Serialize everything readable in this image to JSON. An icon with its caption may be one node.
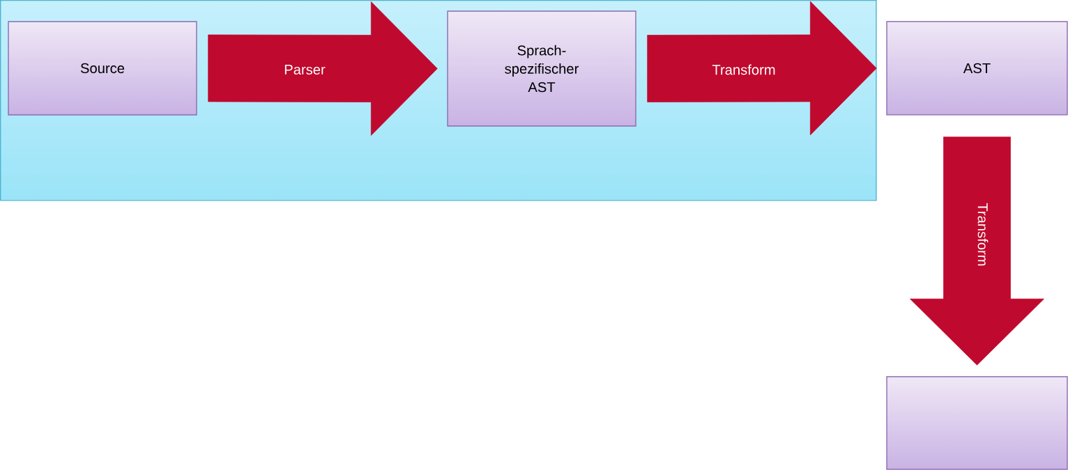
{
  "diagram": {
    "nodes": [
      {
        "text": [],
        "shape": "box"
      },
      {
        "text": [
          "Source"
        ],
        "in": 0
      },
      {
        "text": [
          "Sprach- spezifischer AST"
        ],
        "in": 0
      },
      {
        "text": [
          "AST"
        ]
      },
      {
        "text": [],
        "shape": "box"
      }
    ],
    "edges": [
      {
        "from": 1,
        "to": 2,
        "arrow": "to",
        "label": "Parser"
      },
      {
        "from": 2,
        "to": 3,
        "arrow": "to",
        "label": "Transform"
      },
      {
        "from": 3,
        "to": 4,
        "arrow": "to",
        "label": "Transform"
      }
    ]
  }
}
